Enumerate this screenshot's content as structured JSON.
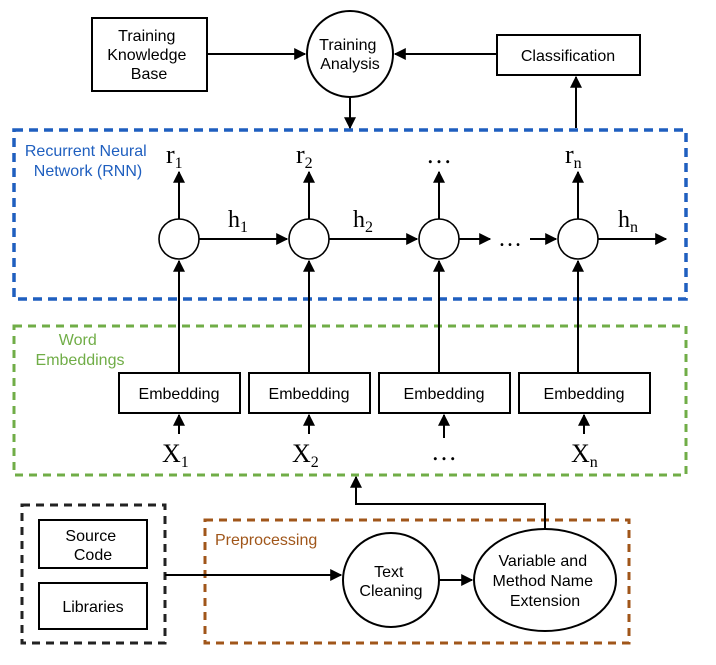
{
  "colors": {
    "rnn": "#1f5fbf",
    "embeddings": "#70ad47",
    "preprocessing": "#a0561a",
    "input_group": "#222222"
  },
  "top": {
    "knowledge_base": [
      "Training",
      "Knowledge",
      "Base"
    ],
    "analysis": [
      "Training",
      "Analysis"
    ],
    "classification": "Classification"
  },
  "rnn": {
    "title": [
      "Recurrent Neural",
      "Network (RNN)"
    ],
    "outputs": [
      {
        "base": "r",
        "sub": "1"
      },
      {
        "base": "r",
        "sub": "2"
      },
      {
        "base": "…",
        "sub": ""
      },
      {
        "base": "r",
        "sub": "n"
      }
    ],
    "hidden": [
      {
        "base": "h",
        "sub": "1"
      },
      {
        "base": "h",
        "sub": "2"
      },
      {
        "base": "h",
        "sub": "n"
      }
    ],
    "ellipsis": "…"
  },
  "embeddings": {
    "title": [
      "Word",
      "Embeddings"
    ],
    "box_label": "Embedding",
    "inputs": [
      {
        "base": "X",
        "sub": "1"
      },
      {
        "base": "X",
        "sub": "2"
      },
      {
        "base": "…",
        "sub": ""
      },
      {
        "base": "X",
        "sub": "n"
      }
    ]
  },
  "sources": {
    "source_code": [
      "Source",
      "Code"
    ],
    "libraries": "Libraries"
  },
  "preprocessing": {
    "title": "Preprocessing",
    "text_cleaning": [
      "Text",
      "Cleaning"
    ],
    "extension": [
      "Variable and",
      "Method Name",
      "Extension"
    ]
  }
}
